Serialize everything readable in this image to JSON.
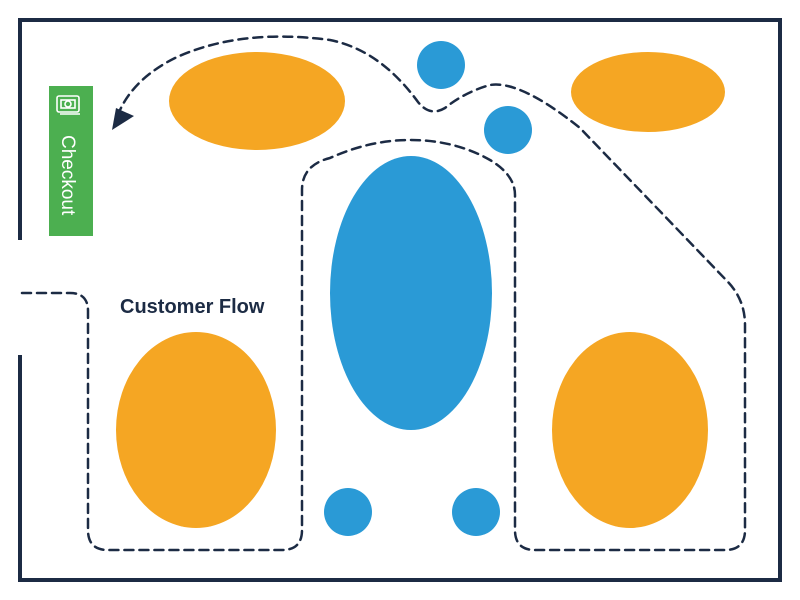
{
  "title": "Customer Flow",
  "checkout": {
    "label": "Checkout",
    "icon": "cash-register-icon",
    "color": "#4caf50"
  },
  "colors": {
    "wall": "#1c2b44",
    "path": "#1c2b44",
    "orange_fixture": "#f5a623",
    "blue_fixture": "#2a9ad6",
    "background": "#ffffff"
  },
  "fixtures": {
    "orange_count": 4,
    "blue_large_count": 1,
    "blue_small_count": 4
  }
}
